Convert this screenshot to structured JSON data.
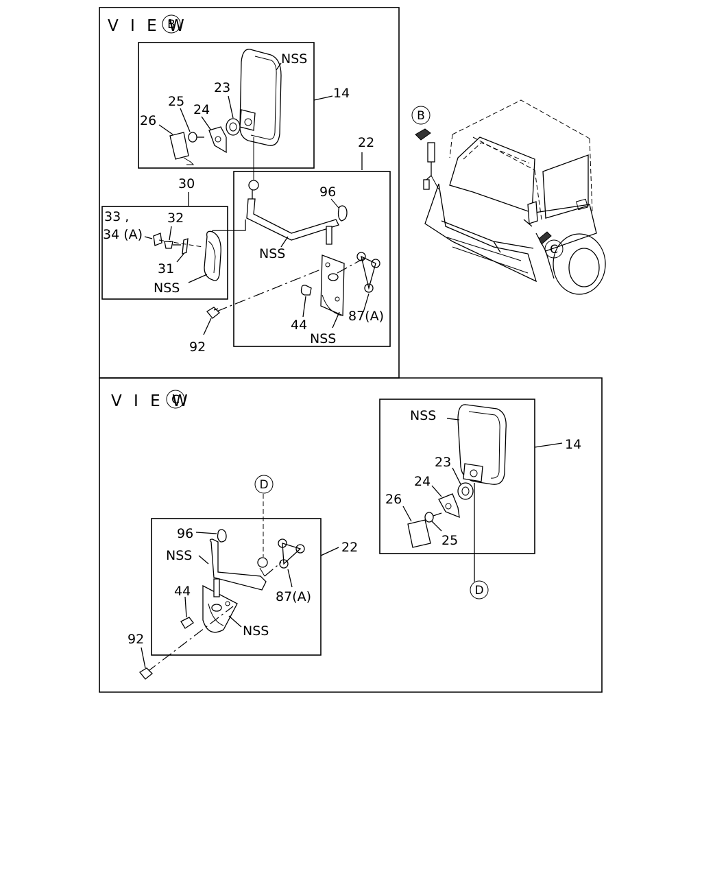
{
  "view_b": {
    "title": "V I E W",
    "marker": "B"
  },
  "view_c": {
    "title": "V I E W",
    "marker": "C"
  },
  "truck_markers": {
    "b": "B",
    "c": "C"
  },
  "connector": "D",
  "labels_b": {
    "nss_mirror": "NSS",
    "p14": "14",
    "p23": "23",
    "p24": "24",
    "p25": "25",
    "p26": "26",
    "p22": "22",
    "p96": "96",
    "p30": "30",
    "p33": "33 ,",
    "p34": "34 (A)",
    "p32": "32",
    "p31": "31",
    "nss_small_mirror": "NSS",
    "nss_arm": "NSS",
    "p44": "44",
    "p87": "87(A)",
    "nss_bracket": "NSS",
    "p92": "92"
  },
  "labels_c": {
    "nss_mirror": "NSS",
    "p14": "14",
    "p23": "23",
    "p24": "24",
    "p26": "26",
    "p25": "25",
    "p96": "96",
    "nss_arm": "NSS",
    "p22": "22",
    "p87": "87(A)",
    "p44": "44",
    "nss_bracket": "NSS",
    "p92": "92"
  }
}
